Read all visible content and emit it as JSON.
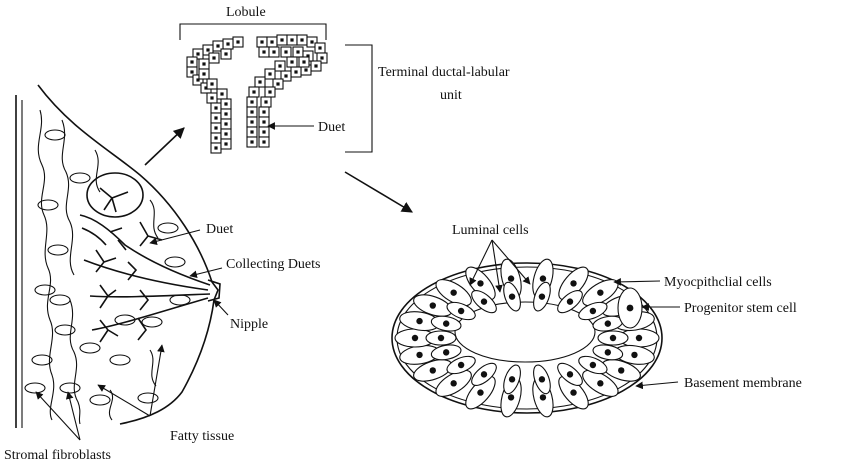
{
  "labels": {
    "lobule": "Lobule",
    "tdlu_line1": "Terminal ductal-labular",
    "tdlu_line2": "unit",
    "duct_top": "Duet",
    "duct_left": "Duet",
    "collecting_ducts": "Collecting Duets",
    "nipple": "Nipple",
    "fatty_tissue": "Fatty tissue",
    "stromal_fibroblasts": "Stromal fibroblasts",
    "luminal_cells": "Luminal cells",
    "myoepithelial_cells": "Myocpithclial cells",
    "progenitor_stem_cell": "Progenitor stem cell",
    "basement_membrane": "Basement membrane"
  }
}
